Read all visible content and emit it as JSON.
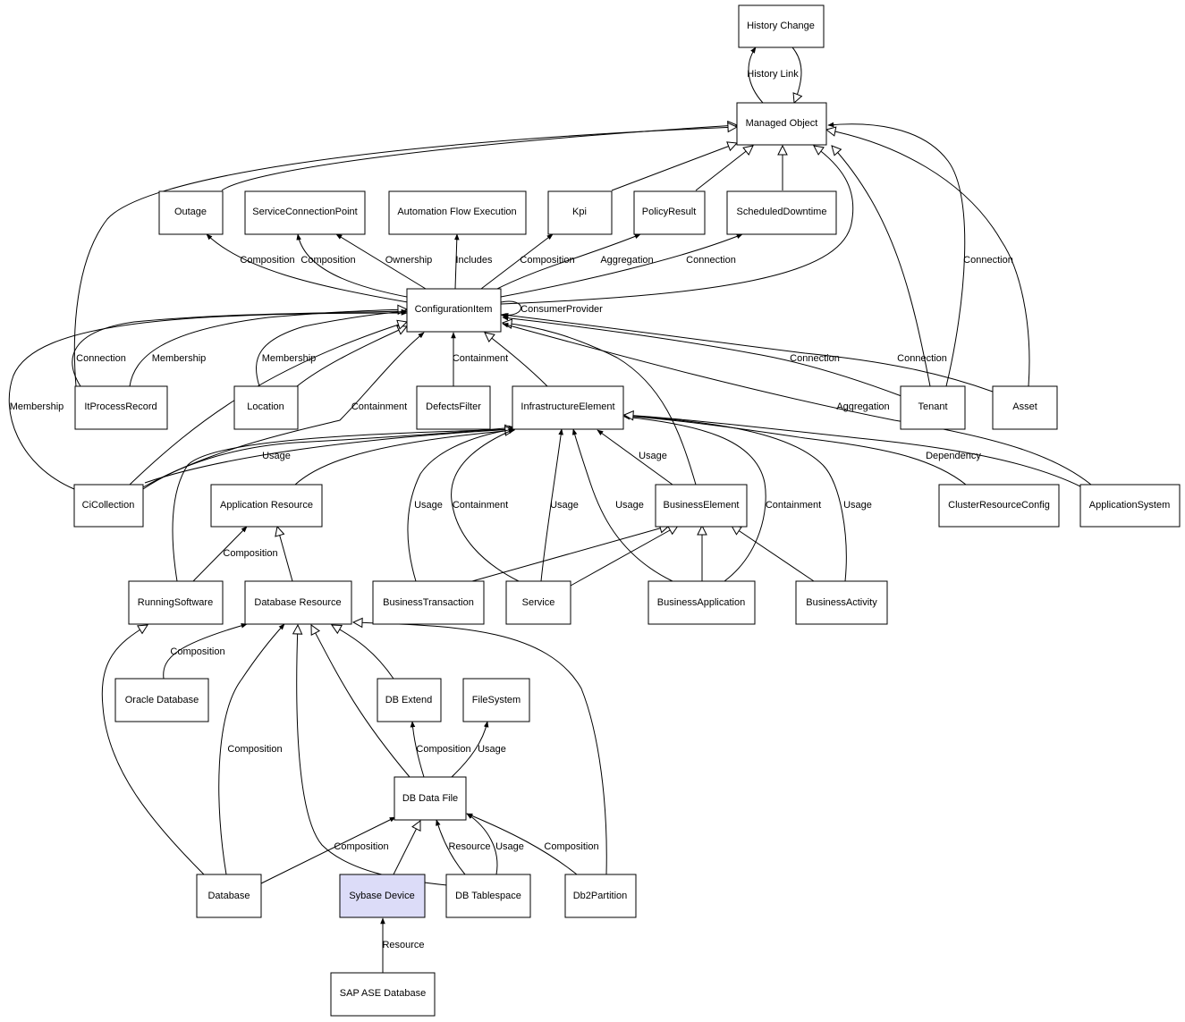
{
  "nodes": {
    "history_change": "History Change",
    "managed_object": "Managed Object",
    "outage": "Outage",
    "service_connection_point": "ServiceConnectionPoint",
    "automation_flow_execution": "Automation Flow Execution",
    "kpi": "Kpi",
    "policy_result": "PolicyResult",
    "scheduled_downtime": "ScheduledDowntime",
    "configuration_item": "ConfigurationItem",
    "it_process_record": "ItProcessRecord",
    "location": "Location",
    "defects_filter": "DefectsFilter",
    "infrastructure_element": "InfrastructureElement",
    "tenant": "Tenant",
    "asset": "Asset",
    "ci_collection": "CiCollection",
    "application_resource": "Application Resource",
    "business_element": "BusinessElement",
    "cluster_resource_config": "ClusterResourceConfig",
    "application_system": "ApplicationSystem",
    "running_software": "RunningSoftware",
    "database_resource": "Database Resource",
    "business_transaction": "BusinessTransaction",
    "service": "Service",
    "business_application": "BusinessApplication",
    "business_activity": "BusinessActivity",
    "oracle_database": "Oracle Database",
    "db_extend": "DB Extend",
    "file_system": "FileSystem",
    "db_data_file": "DB Data File",
    "database": "Database",
    "sybase_device": "Sybase Device",
    "db_tablespace": "DB Tablespace",
    "db2_partition": "Db2Partition",
    "sap_ase_database": "SAP ASE Database"
  },
  "edge_labels": {
    "history_link": "History Link",
    "outage_composition": "Composition",
    "scp_composition": "Composition",
    "scp_ownership": "Ownership",
    "afe_includes": "Includes",
    "kpi_composition": "Composition",
    "policy_aggregation": "Aggregation",
    "downtime_connection": "Connection",
    "consumer_provider": "ConsumerProvider",
    "itpr_connection": "Connection",
    "itpr_membership": "Membership",
    "location_membership": "Membership",
    "ci_collection_membership": "Membership",
    "ci_collection_containment": "Containment",
    "defects_containment": "Containment",
    "tenant_connection_ci": "Connection",
    "asset_connection_ci": "Connection",
    "tenant_connection_mo": "Connection",
    "application_system_aggregation": "Aggregation",
    "ci_collection_usage": "Usage",
    "cluster_dependency": "Dependency",
    "business_element_usage": "Usage",
    "business_transaction_usage": "Usage",
    "service_containment": "Containment",
    "service_usage": "Usage",
    "business_application_usage": "Usage",
    "business_application_containment": "Containment",
    "business_activity_usage": "Usage",
    "running_software_composition": "Composition",
    "oracle_composition": "Composition",
    "database_composition_dr": "Composition",
    "dbdf_composition_extend": "Composition",
    "dbdf_usage_fs": "Usage",
    "database_composition_dbdf": "Composition",
    "tablespace_resource": "Resource",
    "tablespace_usage": "Usage",
    "db2_composition": "Composition",
    "sap_resource": "Resource"
  },
  "colors": {
    "highlight_fill": "#dcdcf8",
    "stroke": "#000000",
    "background": "#ffffff"
  }
}
